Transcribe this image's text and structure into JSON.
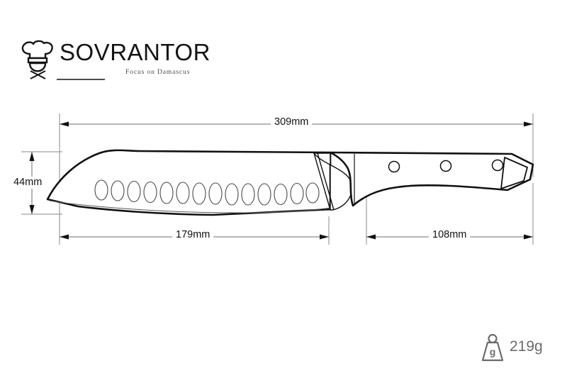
{
  "brand": {
    "name": "SOVRANTOR",
    "tagline": "Focus on Damascus",
    "logo_icon": "chef-hat-icon"
  },
  "product": {
    "type": "santoku-knife-technical-drawing",
    "blade_features": "granton-oval-dimples",
    "granton_count": 14,
    "rivet_count": 3
  },
  "dimensions": {
    "total_length": "309mm",
    "blade_height": "44mm",
    "blade_length": "179mm",
    "handle_length": "108mm"
  },
  "weight": {
    "value": "219g",
    "icon": "weight-icon",
    "icon_label": "g"
  },
  "colors": {
    "outline": "#111111",
    "dimension_line": "#6e6e6e",
    "weight_text": "#6b6b6b",
    "background": "#ffffff"
  }
}
